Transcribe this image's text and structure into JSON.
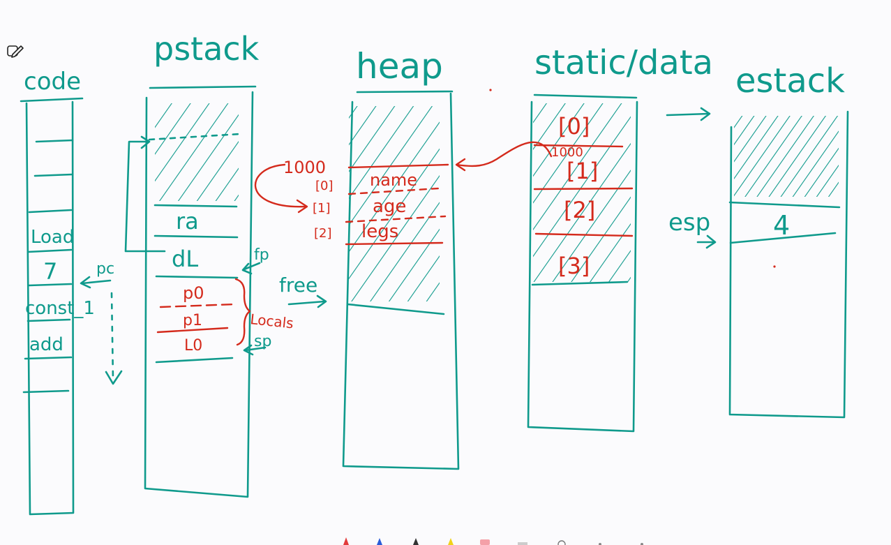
{
  "columns": {
    "code": {
      "title": "code",
      "cells": [
        "Load",
        "7",
        "const_1",
        "add"
      ]
    },
    "pstack": {
      "title": "pstack",
      "cells": [
        "ra",
        "dL"
      ],
      "locals_cells": [
        "p0",
        "p1",
        "L0"
      ]
    },
    "heap": {
      "title": "heap",
      "cells": [
        "name",
        "age",
        "legs"
      ]
    },
    "static": {
      "title": "static/data",
      "cells": [
        "[0]",
        "[1]",
        "[2]",
        "[3]"
      ],
      "value": "1000"
    },
    "estack": {
      "title": "estack",
      "cells": [
        "4"
      ]
    }
  },
  "labels": {
    "pc": "pc",
    "fp": "fp",
    "sp": "sp",
    "free": "free",
    "locals": "Locals",
    "esp": "esp",
    "heap_address": "1000",
    "heap_indices": [
      "[0]",
      "[1]",
      "[2]"
    ]
  },
  "colors": {
    "teal": "#0f9a8c",
    "red": "#d42a1c",
    "background": "#fbfbfd"
  },
  "icons": [
    "pen-tool-icon",
    "color-palette-icon"
  ]
}
